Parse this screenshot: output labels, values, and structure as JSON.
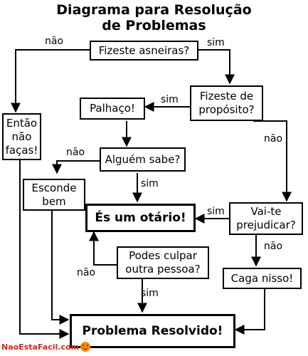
{
  "title": {
    "line1": "Diagrama para Resolução",
    "line2": "de Problemas"
  },
  "nodes": {
    "asneiras": "Fizeste asneiras?",
    "proposito": "Fizeste de\npropósito?",
    "palhaco": "Palhaço!",
    "entao": "Então\nnão\nfaças!",
    "alguem": "Alguém sabe?",
    "esconde": "Esconde\nbem",
    "otario": "És um otário!",
    "prejudicar": "Vai-te\nprejudicar?",
    "culpar": "Podes culpar\noutra pessoa?",
    "caga": "Caga nisso!",
    "resolvido": "Problema Resolvido!"
  },
  "labels": {
    "asneiras_nao": "não",
    "asneiras_sim": "sim",
    "proposito_sim": "sim",
    "proposito_nao": "não",
    "alguem_nao": "não",
    "alguem_sim": "sim",
    "prejudicar_sim": "sim",
    "prejudicar_nao": "não",
    "culpar_nao": "não",
    "culpar_sim": "sim"
  },
  "watermark": "NaoEstaFacil.com"
}
